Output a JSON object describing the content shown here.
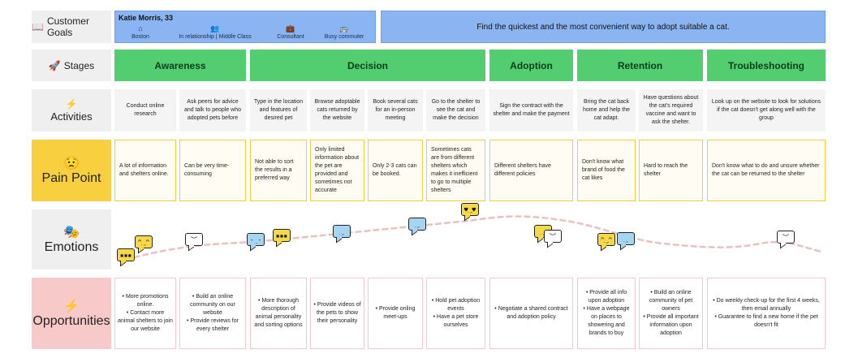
{
  "header": {
    "goals_label": "Customer Goals",
    "goals_icon": "📖",
    "persona_name": "Katie Morris, 33",
    "attributes": [
      {
        "icon": "⌂",
        "text": "Boston"
      },
      {
        "icon": "👥",
        "text": "In relationship | Middle Class"
      },
      {
        "icon": "💼",
        "text": "Consultant"
      },
      {
        "icon": "🚌",
        "text": "Busy commuter"
      }
    ],
    "goal_text": "Find the quickest and the most convenient way to adopt suitable a cat."
  },
  "rows": {
    "stages_label": "Stages",
    "stages_icon": "🚀",
    "activities_label": "Activities",
    "activities_icon": "⚡",
    "pain_label": "Pain Point",
    "pain_icon": "😟",
    "emotions_label": "Emotions",
    "emotions_icon": "🎭",
    "opportunities_label": "Opportunities",
    "opportunities_icon": "⚡"
  },
  "stages": [
    "Awareness",
    "Decision",
    "Adoption",
    "Retention",
    "Troubleshooting"
  ],
  "activities": [
    "Conduct online research",
    "Ask peers for advice and talk to people who adopted pets before",
    "Type in the location and features of desired pet",
    "Browse adoptable cats returned by the website",
    "Book several cats for an in-person meeting",
    "Go to the shelter to see the cat and make the decision",
    "Sign the contract with the shelter and make the payment",
    "Bring the cat back home and help the cat adapt.",
    "Have questions about the cat's required vaccine and want to ask the shelter.",
    "Look up on the website to look for solutions if the cat doesn't get along well with the group"
  ],
  "pain_points": [
    "A lot of information and shelters online.",
    "Can be very time-consuming",
    "Not able to sort the results in a preferred way",
    "Only limited information about the pet are provided and sometimes not accurate",
    "Only 2-3 cats can be booked.",
    "Sometimes cats are from different shelters which makes it inefficient to go to multiple shelters",
    "Different shelters have different policies",
    "Don't know what brand of food the cat likes",
    "Hard to reach the shelter",
    "Don't know what to do and unsure whether the cat can be returned to the shelter"
  ],
  "emotions": [
    {
      "mood": "happy",
      "glyph": "▪▪▪"
    },
    {
      "mood": "happy",
      "glyph": "^‿^"
    },
    {
      "mood": "sad",
      "glyph": "︶"
    },
    {
      "mood": "neutral",
      "glyph": "-_-"
    },
    {
      "mood": "happy",
      "glyph": "▪▪▪"
    },
    {
      "mood": "neutral",
      "glyph": "‿"
    },
    {
      "mood": "neutral",
      "glyph": "‿"
    },
    {
      "mood": "happy",
      "glyph": "♥‿♥"
    },
    {
      "mood": "happy",
      "glyph": "‿"
    },
    {
      "mood": "sad",
      "glyph": "︶"
    },
    {
      "mood": "happy",
      "glyph": "^‿^"
    },
    {
      "mood": "neutral",
      "glyph": "‿"
    },
    {
      "mood": "sad",
      "glyph": "︶"
    }
  ],
  "opportunities": [
    [
      "More promotions online.",
      "Contact more animal shelters to join our website"
    ],
    [
      "Build an online community on our website",
      "Provide reviews for every shelter"
    ],
    [
      "More thorough description of animal personality and sorting options"
    ],
    [
      "Provide videos of the pets to show their personality"
    ],
    [
      "Provide onling meet-ups"
    ],
    [
      "Hold pet adoption events",
      "Have a pet store ourselves"
    ],
    [
      "Negotiate a shared contract and adoption policy"
    ],
    [
      "Provide all info upon adoption",
      "Have a webpage on places to showering and brands to buy"
    ],
    [
      "Build an online community of pet owners",
      "Provide all important information upon adoption"
    ],
    [
      "Do weekly check-up for the first 4 weeks, then email annually",
      "Guarantee to find a new home if the pet doesn't fit"
    ]
  ]
}
